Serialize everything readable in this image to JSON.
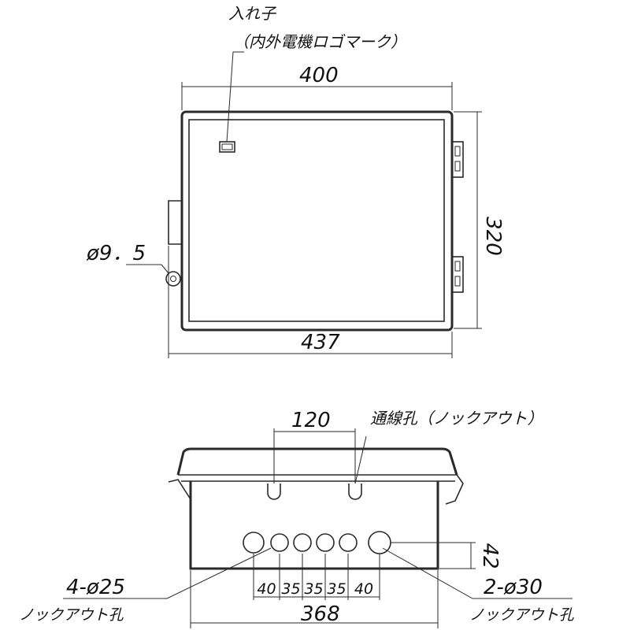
{
  "top_view": {
    "callout_title": "入れ子",
    "callout_subtitle": "（内外電機ロゴマーク）",
    "width_inner": "400",
    "height": "320",
    "width_outer": "437",
    "mount_hole": "ø9．5"
  },
  "front_view": {
    "spacing_top": "120",
    "conduit_label": "通線孔（ノックアウト）",
    "left_holes_count": "4-ø25",
    "left_holes_label": "ノックアウト孔",
    "right_holes_count": "2-ø30",
    "right_holes_label": "ノックアウト孔",
    "hole_height": "42",
    "hole_pitches": [
      "40",
      "35",
      "35",
      "35",
      "40"
    ],
    "bottom_width": "368"
  },
  "colors": {
    "line": "#2a2a2a",
    "text": "#111111",
    "background": "#ffffff"
  }
}
